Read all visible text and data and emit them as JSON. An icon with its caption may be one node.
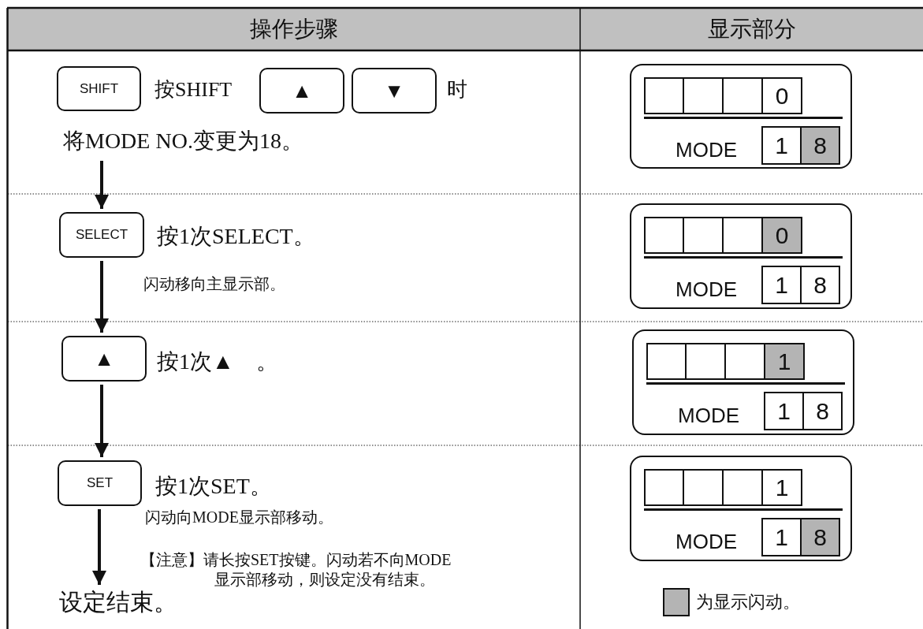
{
  "diagram": {
    "nodes": [
      {
        "text": [
          "SHIFT"
        ]
      },
      {
        "text": [
          "▲"
        ]
      },
      {
        "text": [
          "▼"
        ]
      },
      {
        "text": [
          "将MODE NO.变更为18。"
        ]
      },
      {
        "text": [
          "MODE"
        ]
      },
      {
        "text": [],
        "shape": "box",
        "in": 4
      },
      {
        "text": [],
        "shape": "box",
        "in": 4
      },
      {
        "text": [],
        "shape": "box",
        "in": 4
      },
      {
        "text": [
          "0"
        ],
        "in": 4
      },
      {
        "text": [
          "1"
        ],
        "in": 4
      },
      {
        "text": [
          "8"
        ],
        "in": 4
      },
      {
        "text": [
          "SELECT"
        ]
      },
      {
        "text": [
          "MODE"
        ]
      },
      {
        "text": [],
        "shape": "box",
        "in": 12
      },
      {
        "text": [],
        "shape": "box",
        "in": 12
      },
      {
        "text": [],
        "shape": "box",
        "in": 12
      },
      {
        "text": [
          "0"
        ],
        "in": 12
      },
      {
        "text": [
          "1"
        ],
        "in": 12
      },
      {
        "text": [
          "8"
        ],
        "in": 12
      },
      {
        "text": [
          "▲"
        ]
      },
      {
        "text": [
          "MODE"
        ]
      },
      {
        "text": [],
        "shape": "box",
        "in": 20
      },
      {
        "text": [],
        "shape": "box",
        "in": 20
      },
      {
        "text": [],
        "shape": "box",
        "in": 20
      },
      {
        "text": [
          "1"
        ],
        "in": 20
      },
      {
        "text": [
          "1"
        ],
        "in": 20
      },
      {
        "text": [
          "8"
        ],
        "in": 20
      },
      {
        "text": [
          "SET"
        ]
      },
      {
        "text": [
          "设定结束。"
        ]
      },
      {
        "text": [
          "MODE"
        ]
      },
      {
        "text": [],
        "shape": "box",
        "in": 29
      },
      {
        "text": [],
        "shape": "box",
        "in": 29
      },
      {
        "text": [],
        "shape": "box",
        "in": 29
      },
      {
        "text": [
          "1"
        ],
        "in": 29
      },
      {
        "text": [
          "1"
        ],
        "in": 29
      },
      {
        "text": [
          "8"
        ],
        "in": 29
      }
    ],
    "edges": [
      {
        "from": 3,
        "to": 11,
        "arrow": "to"
      },
      {
        "from": 11,
        "to": 19,
        "arrow": "to"
      },
      {
        "from": 19,
        "to": 27,
        "arrow": "to"
      },
      {
        "from": 27,
        "to": 28,
        "arrow": "to"
      }
    ],
    "labels": [
      "操作步骤",
      "显示部分",
      "按SHIFT",
      "时",
      "按1次SELECT。",
      "闪动移向主显示部。",
      "按1次▲　。",
      "按1次SET。",
      "闪动向MODE显示部移动。",
      "【注意】请长按SET按键。闪动若不向MODE显示部移动，则设定没有结束。"
    ],
    "legend": [
      {
        "text": "为显示闪动。",
        "color": "#b4b4b4"
      }
    ]
  }
}
